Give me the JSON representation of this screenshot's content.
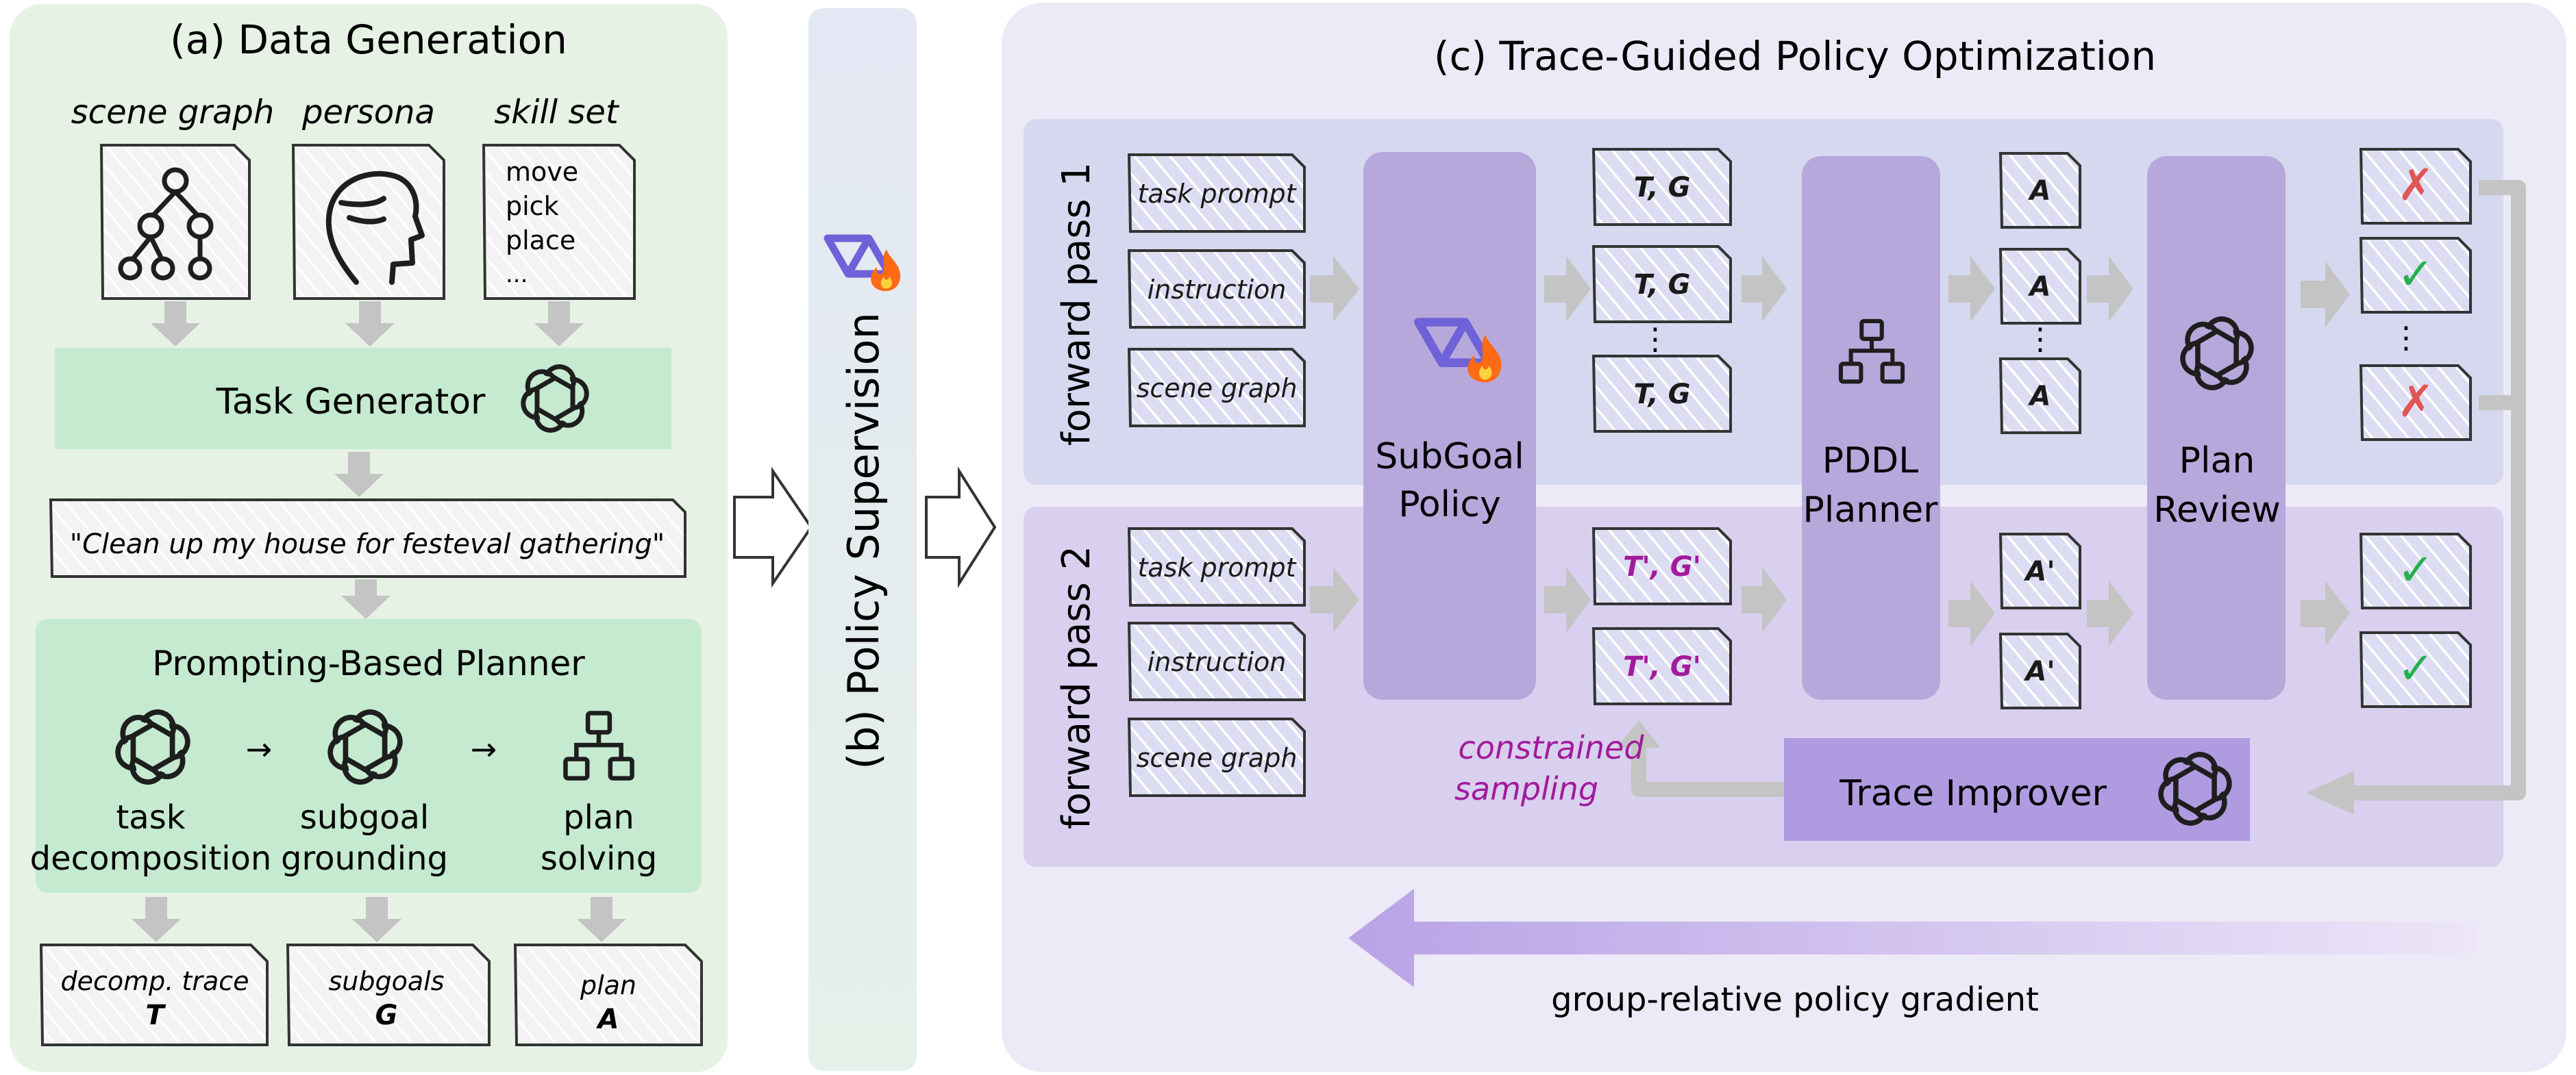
{
  "panel_a": {
    "title": "(a) Data Generation",
    "inputs": [
      {
        "label": "scene graph",
        "icon": "scene-graph-icon"
      },
      {
        "label": "persona",
        "icon": "persona-head-icon"
      },
      {
        "label": "skill set",
        "icon": "skill-list-icon"
      }
    ],
    "skills": [
      "move",
      "pick",
      "place",
      "..."
    ],
    "task_generator": "Task Generator",
    "example_task": "\"Clean up my house for festeval gathering\"",
    "planner_title": "Prompting-Based Planner",
    "planner_steps": [
      {
        "line1": "task",
        "line2": "decomposition",
        "icon": "openai-icon"
      },
      {
        "line1": "subgoal",
        "line2": "grounding",
        "icon": "openai-icon"
      },
      {
        "line1": "plan",
        "line2": "solving",
        "icon": "planner-tree-icon"
      }
    ],
    "step_arrow": "→",
    "outputs": [
      {
        "line1": "decomp. trace",
        "line2": "T"
      },
      {
        "line1": "subgoals",
        "line2": "G"
      },
      {
        "line1": "plan",
        "line2": "A"
      }
    ]
  },
  "panel_b": {
    "title": "(b) Policy Supervision",
    "icon": "policy-model-flame-icon"
  },
  "panel_c": {
    "title": "(c) Trace-Guided Policy Optimization",
    "pass1": {
      "label": "forward pass 1",
      "inputs": [
        "task prompt",
        "instruction",
        "scene graph"
      ],
      "subgoals": [
        "T, G",
        "T, G",
        "⋮",
        "T, G"
      ],
      "actions": [
        "A",
        "A",
        "⋮",
        "A"
      ],
      "results": [
        "✗",
        "✓",
        "⋮",
        "✗"
      ]
    },
    "pass2": {
      "label": "forward pass 2",
      "inputs": [
        "task prompt",
        "instruction",
        "scene graph"
      ],
      "subgoals": [
        "T', G'",
        "T', G'"
      ],
      "actions": [
        "A'",
        "A'"
      ],
      "results": [
        "✓",
        "✓"
      ]
    },
    "subgoal_policy": {
      "line1": "SubGoal",
      "line2": "Policy"
    },
    "pddl_planner": {
      "line1": "PDDL",
      "line2": "Planner"
    },
    "plan_review": {
      "line1": "Plan",
      "line2": "Review"
    },
    "trace_improver": "Trace Improver",
    "constrained_sampling": {
      "line1": "constrained",
      "line2": "sampling"
    },
    "gradient_label": "group-relative policy gradient"
  },
  "colors": {
    "green_panel": "#e6f2e4",
    "green_box": "#c5ead0",
    "purple_panel": "#eceaf6",
    "pass1_bg": "#d5d8ee",
    "pass2_bg": "#d8d0ee",
    "module": "#b7a8dc",
    "trace_improver": "#b09be0",
    "arrow_gray": "#c4c4c4",
    "magenta": "#a21a9c",
    "red_cross": "#e05555",
    "green_check": "#22b14c"
  }
}
